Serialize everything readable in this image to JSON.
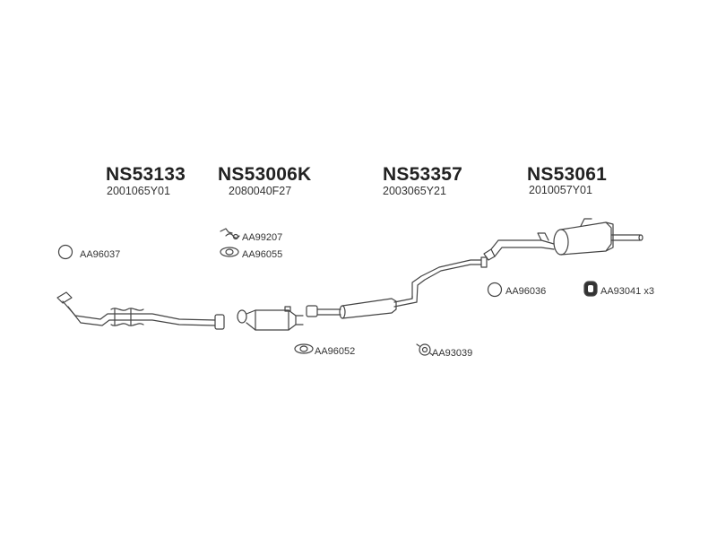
{
  "sections": [
    {
      "part_number": "NS53133",
      "reference": "2001065Y01"
    },
    {
      "part_number": "NS53006K",
      "reference": "2080040F27"
    },
    {
      "part_number": "NS53357",
      "reference": "2003065Y21"
    },
    {
      "part_number": "NS53061",
      "reference": "2010057Y01"
    }
  ],
  "accessories": {
    "aa96037": "AA96037",
    "aa99207": "AA99207",
    "aa96055": "AA96055",
    "aa96036": "AA96036",
    "aa93041": "AA93041",
    "aa93041_qty": "x3",
    "aa96052": "AA96052",
    "aa93039": "AA93039"
  }
}
